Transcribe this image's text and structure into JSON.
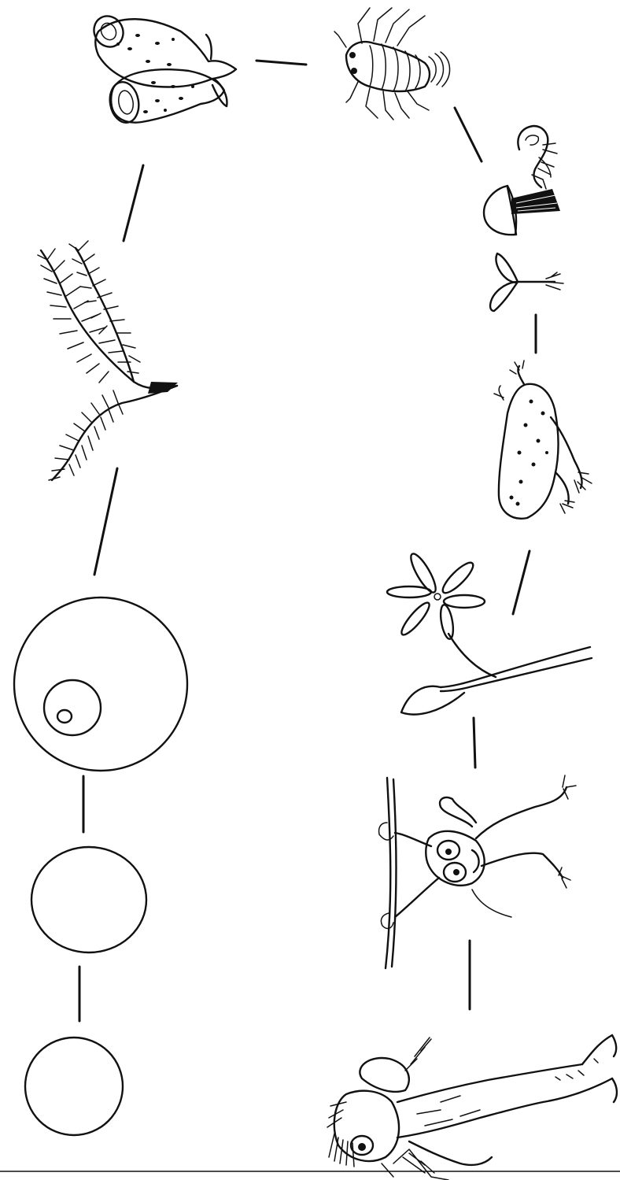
{
  "diagram": {
    "kind": "sketched evolutionary sequence",
    "stages": [
      {
        "id": "single-cell",
        "icon": "small-circle-icon"
      },
      {
        "id": "cell-cluster",
        "icon": "oval-cell-icon"
      },
      {
        "id": "nucleated-cell",
        "icon": "nested-circles-icon"
      },
      {
        "id": "seaweed",
        "icon": "fern-seaweed-icon"
      },
      {
        "id": "sponges",
        "icon": "sponge-icon"
      },
      {
        "id": "trilobite",
        "icon": "trilobite-icon"
      },
      {
        "id": "shelled-creatures",
        "icon": "shrimp-shell-icon"
      },
      {
        "id": "sprout",
        "icon": "sprout-icon"
      },
      {
        "id": "amphibian",
        "icon": "salamander-icon"
      },
      {
        "id": "flowering-plant",
        "icon": "flower-icon"
      },
      {
        "id": "primate",
        "icon": "monkey-icon"
      },
      {
        "id": "human",
        "icon": "human-figure-icon"
      }
    ],
    "colors": {
      "ink": "#111111",
      "paper": "#ffffff"
    }
  }
}
